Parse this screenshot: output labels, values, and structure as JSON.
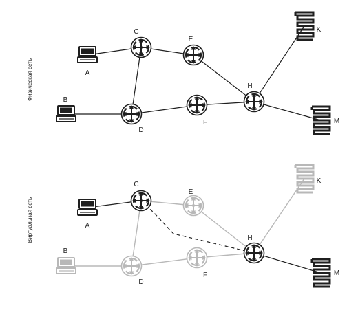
{
  "colors": {
    "active": "#1f1f1f",
    "inactive": "#b8b8b8",
    "divider": "#222222"
  },
  "panels": [
    {
      "id": "physical",
      "side_label": "Физическая сеть",
      "nodes": [
        {
          "id": "A",
          "label": "A",
          "kind": "laptop",
          "state": "active"
        },
        {
          "id": "B",
          "label": "B",
          "kind": "laptop",
          "state": "active"
        },
        {
          "id": "C",
          "label": "C",
          "kind": "router",
          "state": "active"
        },
        {
          "id": "D",
          "label": "D",
          "kind": "router",
          "state": "active"
        },
        {
          "id": "E",
          "label": "E",
          "kind": "router",
          "state": "active"
        },
        {
          "id": "F",
          "label": "F",
          "kind": "router",
          "state": "active"
        },
        {
          "id": "H",
          "label": "H",
          "kind": "router",
          "state": "active"
        },
        {
          "id": "K",
          "label": "K",
          "kind": "server",
          "state": "active"
        },
        {
          "id": "M",
          "label": "M",
          "kind": "server",
          "state": "active"
        }
      ],
      "edges": [
        {
          "from": "A",
          "to": "C",
          "style": "solid",
          "state": "active"
        },
        {
          "from": "C",
          "to": "E",
          "style": "solid",
          "state": "active"
        },
        {
          "from": "C",
          "to": "D",
          "style": "solid",
          "state": "active"
        },
        {
          "from": "B",
          "to": "D",
          "style": "solid",
          "state": "active"
        },
        {
          "from": "D",
          "to": "F",
          "style": "solid",
          "state": "active"
        },
        {
          "from": "E",
          "to": "H",
          "style": "solid",
          "state": "active"
        },
        {
          "from": "F",
          "to": "H",
          "style": "solid",
          "state": "active"
        },
        {
          "from": "H",
          "to": "K",
          "style": "solid",
          "state": "active"
        },
        {
          "from": "H",
          "to": "M",
          "style": "solid",
          "state": "active"
        }
      ]
    },
    {
      "id": "virtual",
      "side_label": "Виртуальная сеть",
      "nodes": [
        {
          "id": "A",
          "label": "A",
          "kind": "laptop",
          "state": "active"
        },
        {
          "id": "B",
          "label": "B",
          "kind": "laptop",
          "state": "inactive"
        },
        {
          "id": "C",
          "label": "C",
          "kind": "router",
          "state": "active"
        },
        {
          "id": "D",
          "label": "D",
          "kind": "router",
          "state": "inactive"
        },
        {
          "id": "E",
          "label": "E",
          "kind": "router",
          "state": "inactive"
        },
        {
          "id": "F",
          "label": "F",
          "kind": "router",
          "state": "inactive"
        },
        {
          "id": "H",
          "label": "H",
          "kind": "router",
          "state": "active"
        },
        {
          "id": "K",
          "label": "K",
          "kind": "server",
          "state": "inactive"
        },
        {
          "id": "M",
          "label": "M",
          "kind": "server",
          "state": "active"
        }
      ],
      "edges": [
        {
          "from": "A",
          "to": "C",
          "style": "solid",
          "state": "active"
        },
        {
          "from": "C",
          "to": "E",
          "style": "solid",
          "state": "inactive"
        },
        {
          "from": "C",
          "to": "D",
          "style": "solid",
          "state": "inactive"
        },
        {
          "from": "B",
          "to": "D",
          "style": "solid",
          "state": "inactive"
        },
        {
          "from": "D",
          "to": "F",
          "style": "solid",
          "state": "inactive"
        },
        {
          "from": "E",
          "to": "H",
          "style": "solid",
          "state": "inactive"
        },
        {
          "from": "F",
          "to": "H",
          "style": "solid",
          "state": "inactive"
        },
        {
          "from": "H",
          "to": "K",
          "style": "solid",
          "state": "inactive"
        },
        {
          "from": "H",
          "to": "M",
          "style": "solid",
          "state": "active"
        },
        {
          "from": "C",
          "to": "H",
          "style": "dashed",
          "state": "active",
          "via": "virtual-link"
        }
      ]
    }
  ]
}
